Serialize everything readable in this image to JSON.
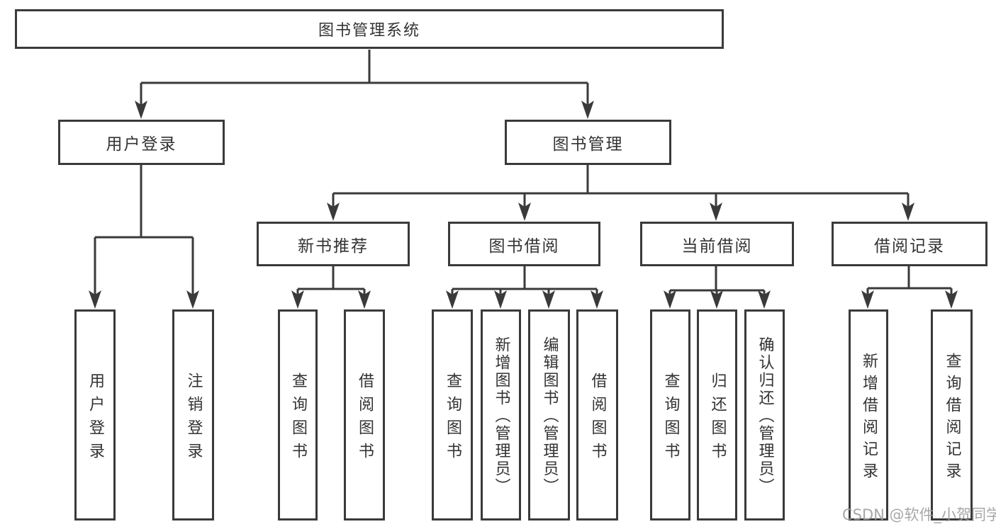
{
  "diagram": {
    "title": "图书管理系统",
    "watermark": "CSDN @软件_小贺同学",
    "colors": {
      "line": "#3a3a3a",
      "text": "#333333",
      "background": "#ffffff",
      "watermark": "#9e9e9e"
    },
    "nodes": {
      "root": {
        "label": "图书管理系统"
      },
      "user_login": {
        "label": "用户登录"
      },
      "book_mgmt": {
        "label": "图书管理"
      },
      "new_book_rec": {
        "label": "新书推荐"
      },
      "book_borrow": {
        "label": "图书借阅"
      },
      "current_borrow": {
        "label": "当前借阅"
      },
      "borrow_record": {
        "label": "借阅记录"
      },
      "leaf_user_login": {
        "label": "用户登录"
      },
      "leaf_logout": {
        "label": "注销登录"
      },
      "leaf_query_book_1": {
        "label": "查询图书"
      },
      "leaf_borrow_book_1": {
        "label": "借阅图书"
      },
      "leaf_query_book_2": {
        "label": "查询图书"
      },
      "leaf_add_book": {
        "label": "新增图书（管理员）"
      },
      "leaf_edit_book": {
        "label": "编辑图书（管理员）"
      },
      "leaf_borrow_book_2": {
        "label": "借阅图书"
      },
      "leaf_query_book_3": {
        "label": "查询图书"
      },
      "leaf_return_book": {
        "label": "归还图书"
      },
      "leaf_confirm_return": {
        "label": "确认归还（管理员）"
      },
      "leaf_add_record": {
        "label": "新增借阅记录"
      },
      "leaf_query_record": {
        "label": "查询借阅记录"
      }
    },
    "hierarchy": [
      {
        "parent": "图书管理系统",
        "children": [
          "用户登录",
          "图书管理"
        ]
      },
      {
        "parent": "用户登录",
        "children": [
          "用户登录",
          "注销登录"
        ]
      },
      {
        "parent": "图书管理",
        "children": [
          "新书推荐",
          "图书借阅",
          "当前借阅",
          "借阅记录"
        ]
      },
      {
        "parent": "新书推荐",
        "children": [
          "查询图书",
          "借阅图书"
        ]
      },
      {
        "parent": "图书借阅",
        "children": [
          "查询图书",
          "新增图书（管理员）",
          "编辑图书（管理员）",
          "借阅图书"
        ]
      },
      {
        "parent": "当前借阅",
        "children": [
          "查询图书",
          "归还图书",
          "确认归还（管理员）"
        ]
      },
      {
        "parent": "借阅记录",
        "children": [
          "新增借阅记录",
          "查询借阅记录"
        ]
      }
    ]
  }
}
